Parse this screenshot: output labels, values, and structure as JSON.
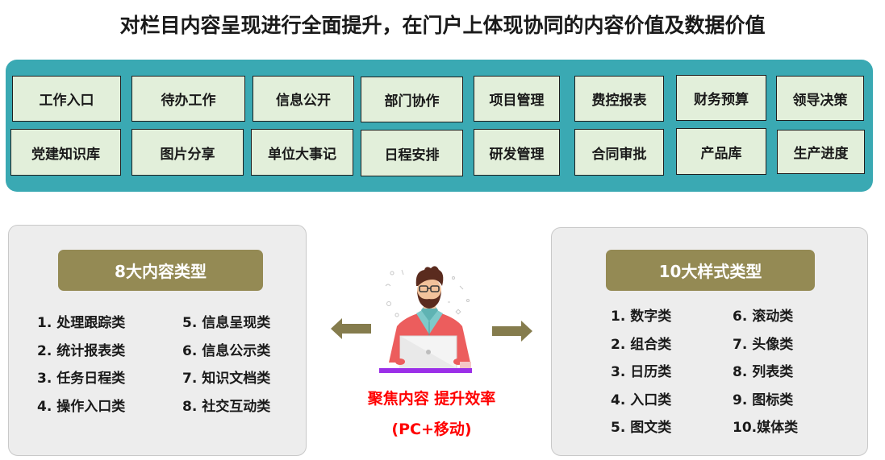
{
  "title": "对栏目内容呈现进行全面提升，在门户上体现协同的内容价值及数据价值",
  "modules": {
    "row1": [
      "工作入口",
      "待办工作",
      "信息公开",
      "部门协作",
      "项目管理",
      "费控报表",
      "财务预算",
      "领导决策"
    ],
    "row2": [
      "党建知识库",
      "图片分享",
      "单位大事记",
      "日程安排",
      "研发管理",
      "合同审批",
      "产品库",
      "生产进度"
    ]
  },
  "content_types": {
    "header": "8大内容类型",
    "column_a": [
      "1. 处理跟踪类",
      "2. 统计报表类",
      "3. 任务日程类",
      "4. 操作入口类"
    ],
    "column_b": [
      "5. 信息呈现类",
      "6. 信息公示类",
      "7. 知识文档类",
      "8. 社交互动类"
    ]
  },
  "style_types": {
    "header": "10大样式类型",
    "column_a": [
      "1. 数字类",
      "2. 组合类",
      "3. 日历类",
      "4. 入口类",
      "5. 图文类"
    ],
    "column_b": [
      "6. 滚动类",
      "7. 头像类",
      "8. 列表类",
      "9. 图标类",
      "10.媒体类"
    ]
  },
  "center": {
    "illustration": "person-with-laptop-icon",
    "slogan_line1": "聚焦内容 提升效率",
    "slogan_line2": "(PC+移动)"
  },
  "colors": {
    "module_panel": "#3aa9b3",
    "tile_bg": "#e2efda",
    "header_bg": "#948a54",
    "card_bg": "#ededed",
    "slogan": "#ff0000",
    "arrow": "#857c4d"
  }
}
